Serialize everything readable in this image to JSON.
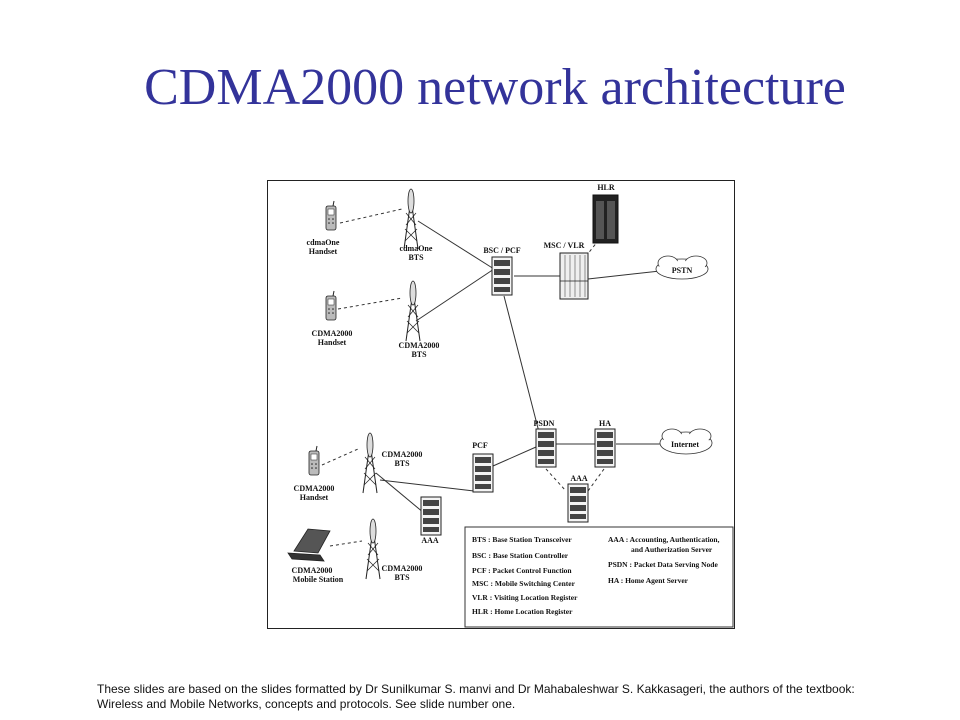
{
  "title": "CDMA2000 network architecture",
  "nodes": {
    "hlr": "HLR",
    "msc_vlr": "MSC / VLR",
    "bsc_pcf": "BSC / PCF",
    "pstn": "PSTN",
    "internet": "Internet",
    "psdn": "PSDN",
    "ha": "HA",
    "aaa_core": "AAA",
    "aaa_local": "AAA",
    "pcf": "PCF",
    "cdmaone_handset": [
      "cdmaOne",
      "Handset"
    ],
    "cdmaone_bts": [
      "cdmaOne",
      "BTS"
    ],
    "cdma2000_handset_1": [
      "CDMA2000",
      "Handset"
    ],
    "cdma2000_bts_1": [
      "CDMA2000",
      "BTS"
    ],
    "cdma2000_bts_2": [
      "CDMA2000",
      "BTS"
    ],
    "cdma2000_handset_2": [
      "CDMA2000",
      "Handset"
    ],
    "cdma2000_mobile_station": [
      "CDMA2000",
      "Mobile Station"
    ],
    "cdma2000_bts_3": [
      "CDMA2000",
      "BTS"
    ]
  },
  "legend": {
    "left": [
      "BTS : Base Station Transceiver",
      "BSC : Base Station Controller",
      "PCF : Packet Control Function",
      "MSC : Mobile Switching Center",
      "VLR : Visiting Location Register",
      "HLR : Home Location Register"
    ],
    "right": [
      "AAA : Accounting, Authentication,",
      "and Autherization Server",
      "PSDN : Packet Data Serving Node",
      "HA : Home Agent   Server"
    ]
  },
  "footer": "These slides are based on the slides  formatted by Dr Sunilkumar S. manvi and Dr Mahabaleshwar S. Kakkasageri, the authors of the textbook: Wireless and Mobile Networks, concepts and protocols. See slide number one."
}
